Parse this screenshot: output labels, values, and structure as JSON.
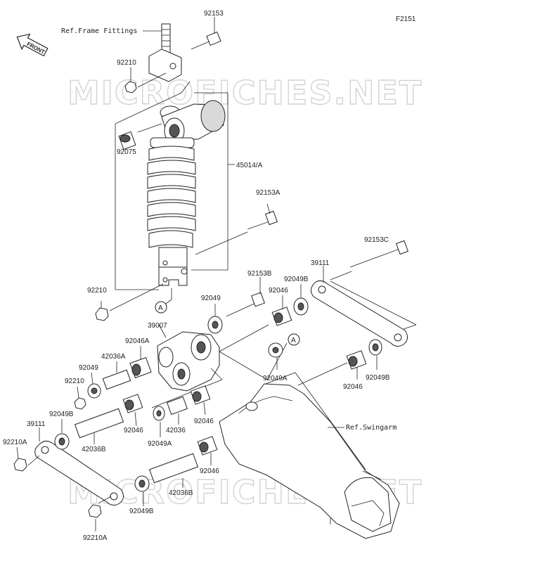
{
  "diagram_code": "F2151",
  "watermark": "MICROFICHES.NET",
  "front_badge": "FRONT",
  "reference_labels": {
    "frame": "Ref.Frame Fittings",
    "swingarm": "Ref.Swingarm"
  },
  "callout_marker": "A",
  "labels": [
    {
      "id": "l1",
      "text": "92153"
    },
    {
      "id": "l2",
      "text": "92210"
    },
    {
      "id": "l3",
      "text": "92075"
    },
    {
      "id": "l4",
      "text": "45014/A"
    },
    {
      "id": "l5",
      "text": "92153A"
    },
    {
      "id": "l6",
      "text": "92210"
    },
    {
      "id": "l7",
      "text": "92153C"
    },
    {
      "id": "l8",
      "text": "39111"
    },
    {
      "id": "l9",
      "text": "92153B"
    },
    {
      "id": "l10",
      "text": "92049B"
    },
    {
      "id": "l11",
      "text": "92046"
    },
    {
      "id": "l12",
      "text": "92049"
    },
    {
      "id": "l13",
      "text": "39007"
    },
    {
      "id": "l14",
      "text": "92046A"
    },
    {
      "id": "l15",
      "text": "42036A"
    },
    {
      "id": "l16",
      "text": "92049"
    },
    {
      "id": "l17",
      "text": "92210"
    },
    {
      "id": "l18",
      "text": "92049A"
    },
    {
      "id": "l19",
      "text": "92046"
    },
    {
      "id": "l20",
      "text": "92049B"
    },
    {
      "id": "l21",
      "text": "92049B"
    },
    {
      "id": "l22",
      "text": "39111"
    },
    {
      "id": "l23",
      "text": "92210A"
    },
    {
      "id": "l24",
      "text": "92046"
    },
    {
      "id": "l25",
      "text": "42036"
    },
    {
      "id": "l26",
      "text": "92046"
    },
    {
      "id": "l27",
      "text": "42036B"
    },
    {
      "id": "l28",
      "text": "92049A"
    },
    {
      "id": "l29",
      "text": "92046"
    },
    {
      "id": "l30",
      "text": "42036B"
    },
    {
      "id": "l31",
      "text": "92049B"
    },
    {
      "id": "l32",
      "text": "92210A"
    }
  ]
}
